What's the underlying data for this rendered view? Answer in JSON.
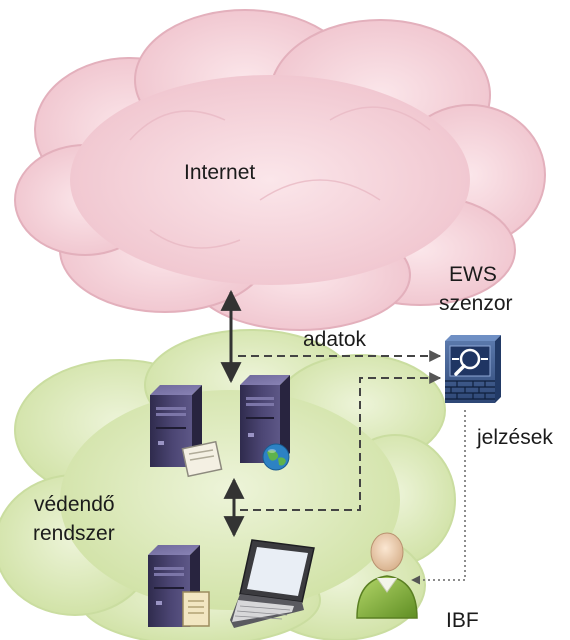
{
  "diagram": {
    "internet": {
      "label": "Internet"
    },
    "sensor": {
      "label_line1": "EWS",
      "label_line2": "szenzor"
    },
    "protected_system": {
      "label_line1": "védendő",
      "label_line2": "rendszer"
    },
    "operator": {
      "label": "IBF"
    },
    "flows": {
      "data_label": "adatok",
      "alerts_label": "jelzések"
    }
  },
  "colors": {
    "internet_cloud": "#f5d3da",
    "internet_cloud_edge": "#e6aebb",
    "local_cloud": "#dbe8b8",
    "local_cloud_edge": "#c3d69a",
    "server_body": "#4a4470",
    "sensor_body": "#3e5a8c",
    "arrow": "#333333",
    "person_shirt": "#86b33c"
  }
}
